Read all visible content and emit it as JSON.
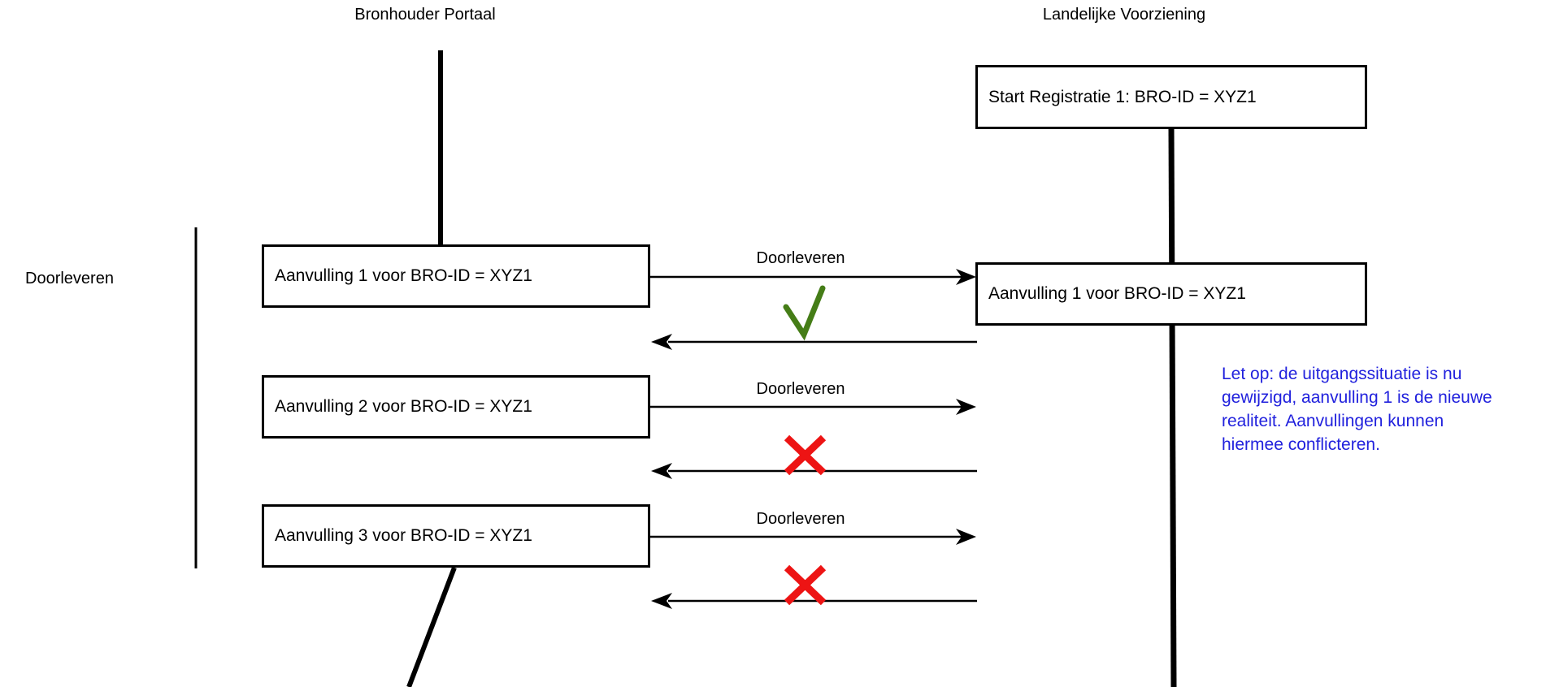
{
  "actors": [
    {
      "label": "Bronhouder Portaal"
    },
    {
      "label": "Landelijke Voorziening"
    }
  ],
  "group_label": "Doorleveren",
  "lv": {
    "start_box": "Start Registratie 1: BRO-ID = XYZ1",
    "received_box": "Aanvulling 1 voor BRO-ID = XYZ1"
  },
  "messages": [
    {
      "box": "Aanvulling 1 voor BRO-ID = XYZ1",
      "arrow_label": "Doorleveren",
      "result": "accepted"
    },
    {
      "box": "Aanvulling 2 voor BRO-ID = XYZ1",
      "arrow_label": "Doorleveren",
      "result": "rejected"
    },
    {
      "box": "Aanvulling 3 voor BRO-ID = XYZ1",
      "arrow_label": "Doorleveren",
      "result": "rejected"
    }
  ],
  "note": {
    "lines": [
      "Let op: de uitgangssituatie is nu",
      "gewijzigd, aanvulling 1 is de nieuwe",
      "realiteit. Aanvullingen kunnen",
      "hiermee conflicteren."
    ],
    "color": "#2121dd"
  },
  "colors": {
    "success": "#457d17",
    "error": "#ed1414",
    "line": "#000000"
  }
}
